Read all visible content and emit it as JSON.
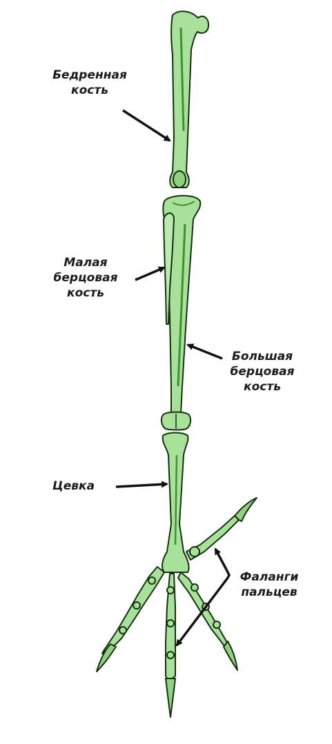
{
  "colors": {
    "bone_fill": "#a8e29a",
    "bone_stroke": "#14300f",
    "bone_shade": "#3f8f34",
    "arrow": "#111111",
    "text": "#1a1a1a"
  },
  "labels": {
    "femur": [
      "Бедренная",
      "кость"
    ],
    "fibula": [
      "Малая",
      "берцовая",
      "кость"
    ],
    "tibia": [
      "Большая",
      "берцовая",
      "кость"
    ],
    "tarsus": [
      "Цевка"
    ],
    "phalanges": [
      "Фаланги",
      "пальцев"
    ]
  }
}
